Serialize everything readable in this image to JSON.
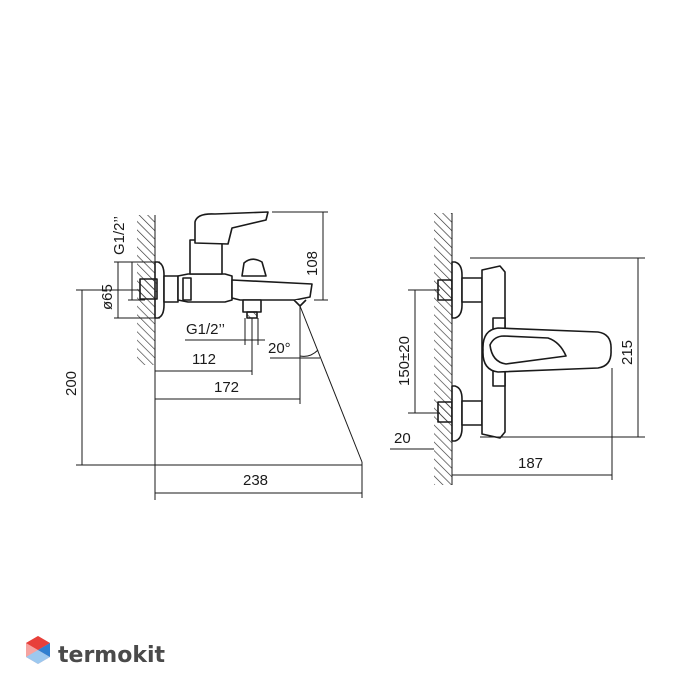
{
  "side_view": {
    "dims": {
      "g12_top": "G1/2’’",
      "d65": "ø65",
      "d108": "108",
      "g12_bottom": "G1/2’’",
      "d20deg": "20°",
      "d112": "112",
      "d172": "172",
      "d200": "200",
      "d238": "238"
    }
  },
  "front_view": {
    "dims": {
      "d150": "150±20",
      "d215": "215",
      "d20": "20",
      "d187": "187"
    }
  },
  "brand": {
    "name": "termokit",
    "colors": {
      "red": "#e8403a",
      "blue": "#2f7fd0",
      "pink": "#f6a3a0",
      "lightblue": "#9cc8ef"
    }
  }
}
